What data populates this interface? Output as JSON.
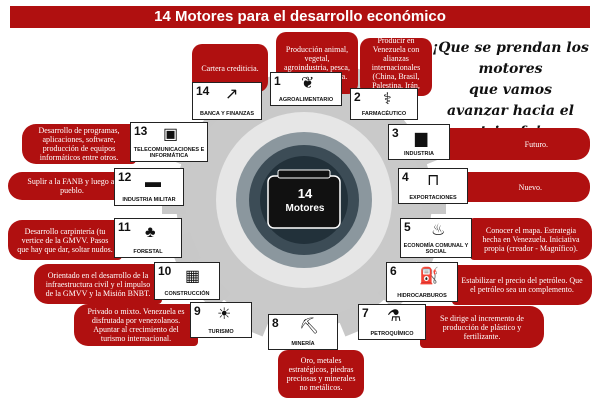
{
  "title": "14 Motores para el desarrollo económico",
  "slogan": [
    "¡Que se prendan los motores",
    "que vamos",
    "avanzar hacia el triunfo!"
  ],
  "center": {
    "number": "14",
    "label": "Motores"
  },
  "motors": [
    {
      "num": "1",
      "name": "AGROALIMENTARIO",
      "icon": "wheat-icon",
      "glyph": "❦",
      "desc": "Producción animal, vegetal, agroindustria, pesca, agricultura urbana."
    },
    {
      "num": "2",
      "name": "FARMACÉUTICO",
      "icon": "pill-icon",
      "glyph": "⚕",
      "desc": "Producir en Venezuela con alianzas internacionales (China, Brasil, Palestina, Irán, Cuba...)"
    },
    {
      "num": "3",
      "name": "INDUSTRIA",
      "icon": "factory-icon",
      "glyph": "▆",
      "desc": "Futuro."
    },
    {
      "num": "4",
      "name": "EXPORTACIONES",
      "icon": "crane-icon",
      "glyph": "⊓",
      "desc": "Nuevo."
    },
    {
      "num": "5",
      "name": "ECONOMÍA COMUNAL Y SOCIAL",
      "icon": "piggy-bank-icon",
      "glyph": "♨",
      "desc": "Conocer el mapa. Estrategia hecha en Venezuela. Iniciativa propia (creador - Magnífico)."
    },
    {
      "num": "6",
      "name": "HIDROCARBUROS",
      "icon": "oil-pump-icon",
      "glyph": "⛽",
      "desc": "Estabilizar el precio del petróleo. Que el petróleo sea un complemento."
    },
    {
      "num": "7",
      "name": "PETROQUÍMICO",
      "icon": "flask-icon",
      "glyph": "⚗",
      "desc": "Se dirige al incremento de producción de plástico y fertilizante."
    },
    {
      "num": "8",
      "name": "MINERÍA",
      "icon": "mining-icon",
      "glyph": "⛏",
      "desc": "Oro, metales estratégicos, piedras preciosas y minerales no metálicos."
    },
    {
      "num": "9",
      "name": "TURISMO",
      "icon": "palm-tree-icon",
      "glyph": "☀",
      "desc": "Privado o mixto. Venezuela es disfrutada por venezolanos. Apuntar al crecimiento del turismo internacional."
    },
    {
      "num": "10",
      "name": "CONSTRUCCIÓN",
      "icon": "building-icon",
      "glyph": "▦",
      "desc": "Orientado en el desarrollo de la infraestructura civil y el impulso de la GMVV y la Misión BNBT."
    },
    {
      "num": "11",
      "name": "FORESTAL",
      "icon": "tree-icon",
      "glyph": "♣",
      "desc": "Desarrollo carpintería (tu vertice de la GMVV. Pasos que hay que dar, soltar nudos."
    },
    {
      "num": "12",
      "name": "INDUSTRIA MILITAR",
      "icon": "tank-icon",
      "glyph": "▬",
      "desc": "Suplir a la FANB y luego al pueblo."
    },
    {
      "num": "13",
      "name": "TELECOMUNICACIONES E INFORMÁTICA",
      "icon": "computer-icon",
      "glyph": "▣",
      "desc": "Desarrollo de programas, aplicaciones, software, producción de equipos informáticos entre otros."
    },
    {
      "num": "14",
      "name": "BANCA Y FINANZAS",
      "icon": "growth-chart-icon",
      "glyph": "↗",
      "desc": "Cartera crediticia."
    }
  ],
  "colors": {
    "accent": "#b01010",
    "gear": "#c8c8c8",
    "hub": "#2a3a44"
  }
}
